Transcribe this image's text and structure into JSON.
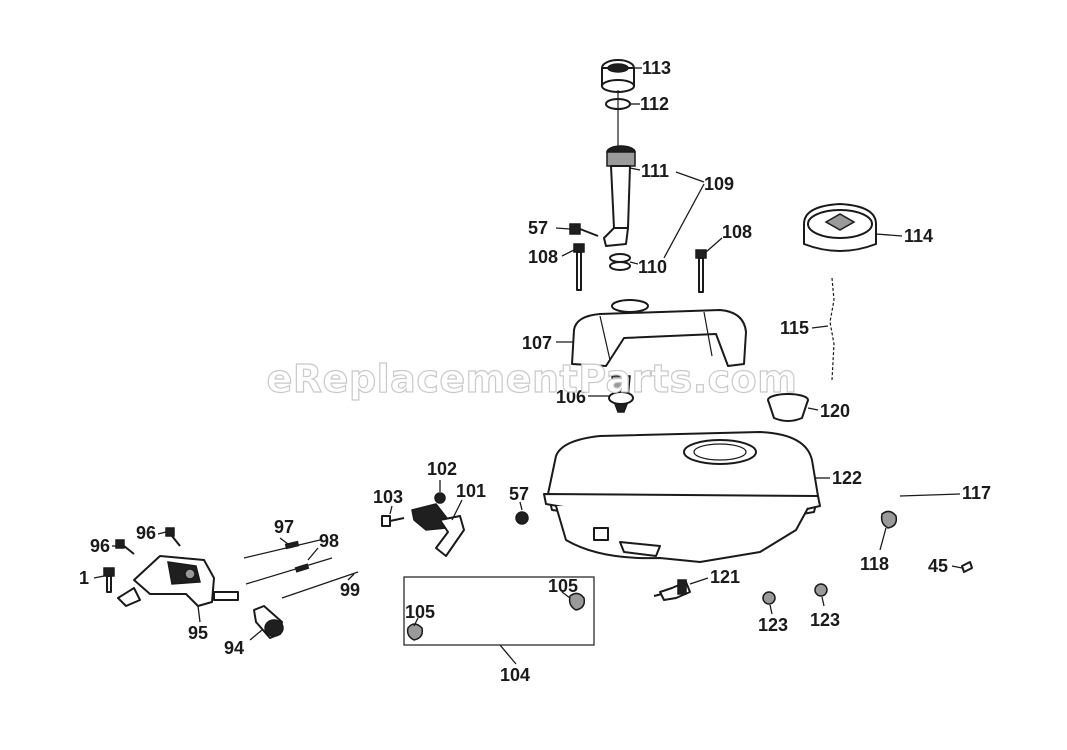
{
  "watermark": "eReplacementParts.com",
  "callouts": {
    "c113": "113",
    "c112": "112",
    "c111": "111",
    "c109": "109",
    "c57a": "57",
    "c108a": "108",
    "c108b": "108",
    "c110": "110",
    "c114": "114",
    "c115": "115",
    "c107": "107",
    "c106": "106",
    "c120": "120",
    "c122": "122",
    "c102": "102",
    "c103": "103",
    "c101": "101",
    "c57b": "57",
    "c117": "117",
    "c118": "118",
    "c45": "45",
    "c96a": "96",
    "c96b": "96",
    "c97": "97",
    "c98": "98",
    "c99": "99",
    "c1": "1",
    "c95": "95",
    "c94": "94",
    "c105a": "105",
    "c105b": "105",
    "c104": "104",
    "c121": "121",
    "c123a": "123",
    "c123b": "123"
  }
}
